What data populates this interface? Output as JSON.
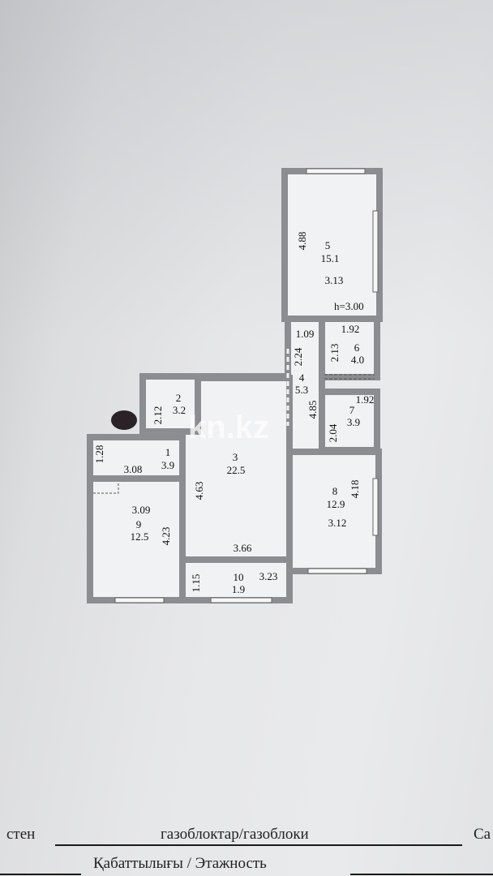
{
  "watermark": "kn.kz",
  "ceiling_height": "h=3.00",
  "rooms": [
    {
      "number": "1",
      "area": "3.9",
      "dims": [
        "1.28",
        "3.08"
      ]
    },
    {
      "number": "2",
      "area": "3.2",
      "dims": [
        "2.12"
      ]
    },
    {
      "number": "3",
      "area": "22.5",
      "dims": [
        "4.63",
        "3.66"
      ]
    },
    {
      "number": "4",
      "area": "5.3",
      "dims": [
        "1.09",
        "2.24",
        "4.85"
      ]
    },
    {
      "number": "5",
      "area": "15.1",
      "dims": [
        "4.88",
        "3.13"
      ]
    },
    {
      "number": "6",
      "area": "4.0",
      "dims": [
        "1.92",
        "2.13"
      ]
    },
    {
      "number": "7",
      "area": "3.9",
      "dims": [
        "1.92",
        "2.04"
      ]
    },
    {
      "number": "8",
      "area": "12.9",
      "dims": [
        "4.18",
        "3.12"
      ]
    },
    {
      "number": "9",
      "area": "12.5",
      "dims": [
        "3.09",
        "4.23"
      ]
    },
    {
      "number": "10",
      "area": "1.9",
      "dims": [
        "1.15",
        "3.23"
      ]
    }
  ],
  "footer": {
    "walls_label": "стен",
    "walls_value": "газоблоктар/газоблоки",
    "right_cut": "Са",
    "floors_label": "Қабаттылығы / Этажность"
  },
  "colors": {
    "wall": "#8c8d90",
    "room": "#f1f2f3",
    "ink": "#111111"
  }
}
